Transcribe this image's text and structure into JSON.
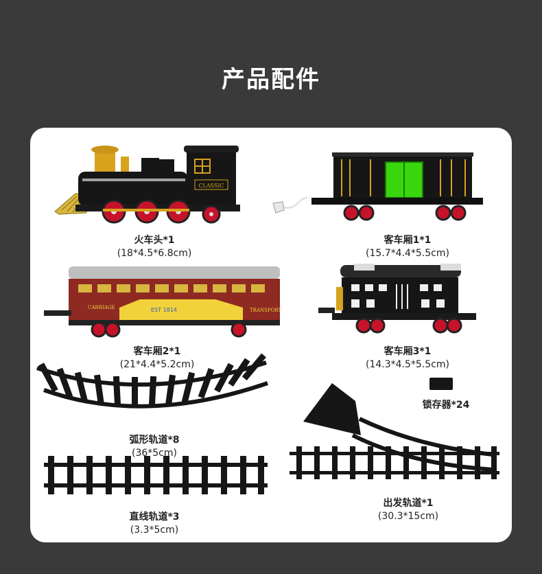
{
  "page_title": "产品配件",
  "items": [
    {
      "name": "火车头*1",
      "size": "(18*4.5*6.8cm)"
    },
    {
      "name": "客车厢1*1",
      "size": "(15.7*4.4*5.5cm)"
    },
    {
      "name": "客车厢2*1",
      "size": "(21*4.4*5.2cm)"
    },
    {
      "name": "客车厢3*1",
      "size": "(14.3*4.5*5.5cm)"
    },
    {
      "name": "弧形轨道*8",
      "size": "(36*5cm)"
    },
    {
      "name": "锁存器*24",
      "size": ""
    },
    {
      "name": "直线轨道*3",
      "size": "(3.3*5cm)"
    },
    {
      "name": "出发轨道*1",
      "size": "(30.3*15cm)"
    }
  ],
  "locomotive_logo": "CLASSIC",
  "carriage2_text": {
    "left": "CARRIAGE",
    "center": "EST 1814",
    "right": "TRANSPORT"
  },
  "colors": {
    "background": "#3a3a3a",
    "card": "#ffffff",
    "train_black": "#161616",
    "gold": "#d7a21c",
    "wheel_red": "#c6132a",
    "carriage_maroon": "#8e2a22",
    "window_green": "#39d60e"
  }
}
